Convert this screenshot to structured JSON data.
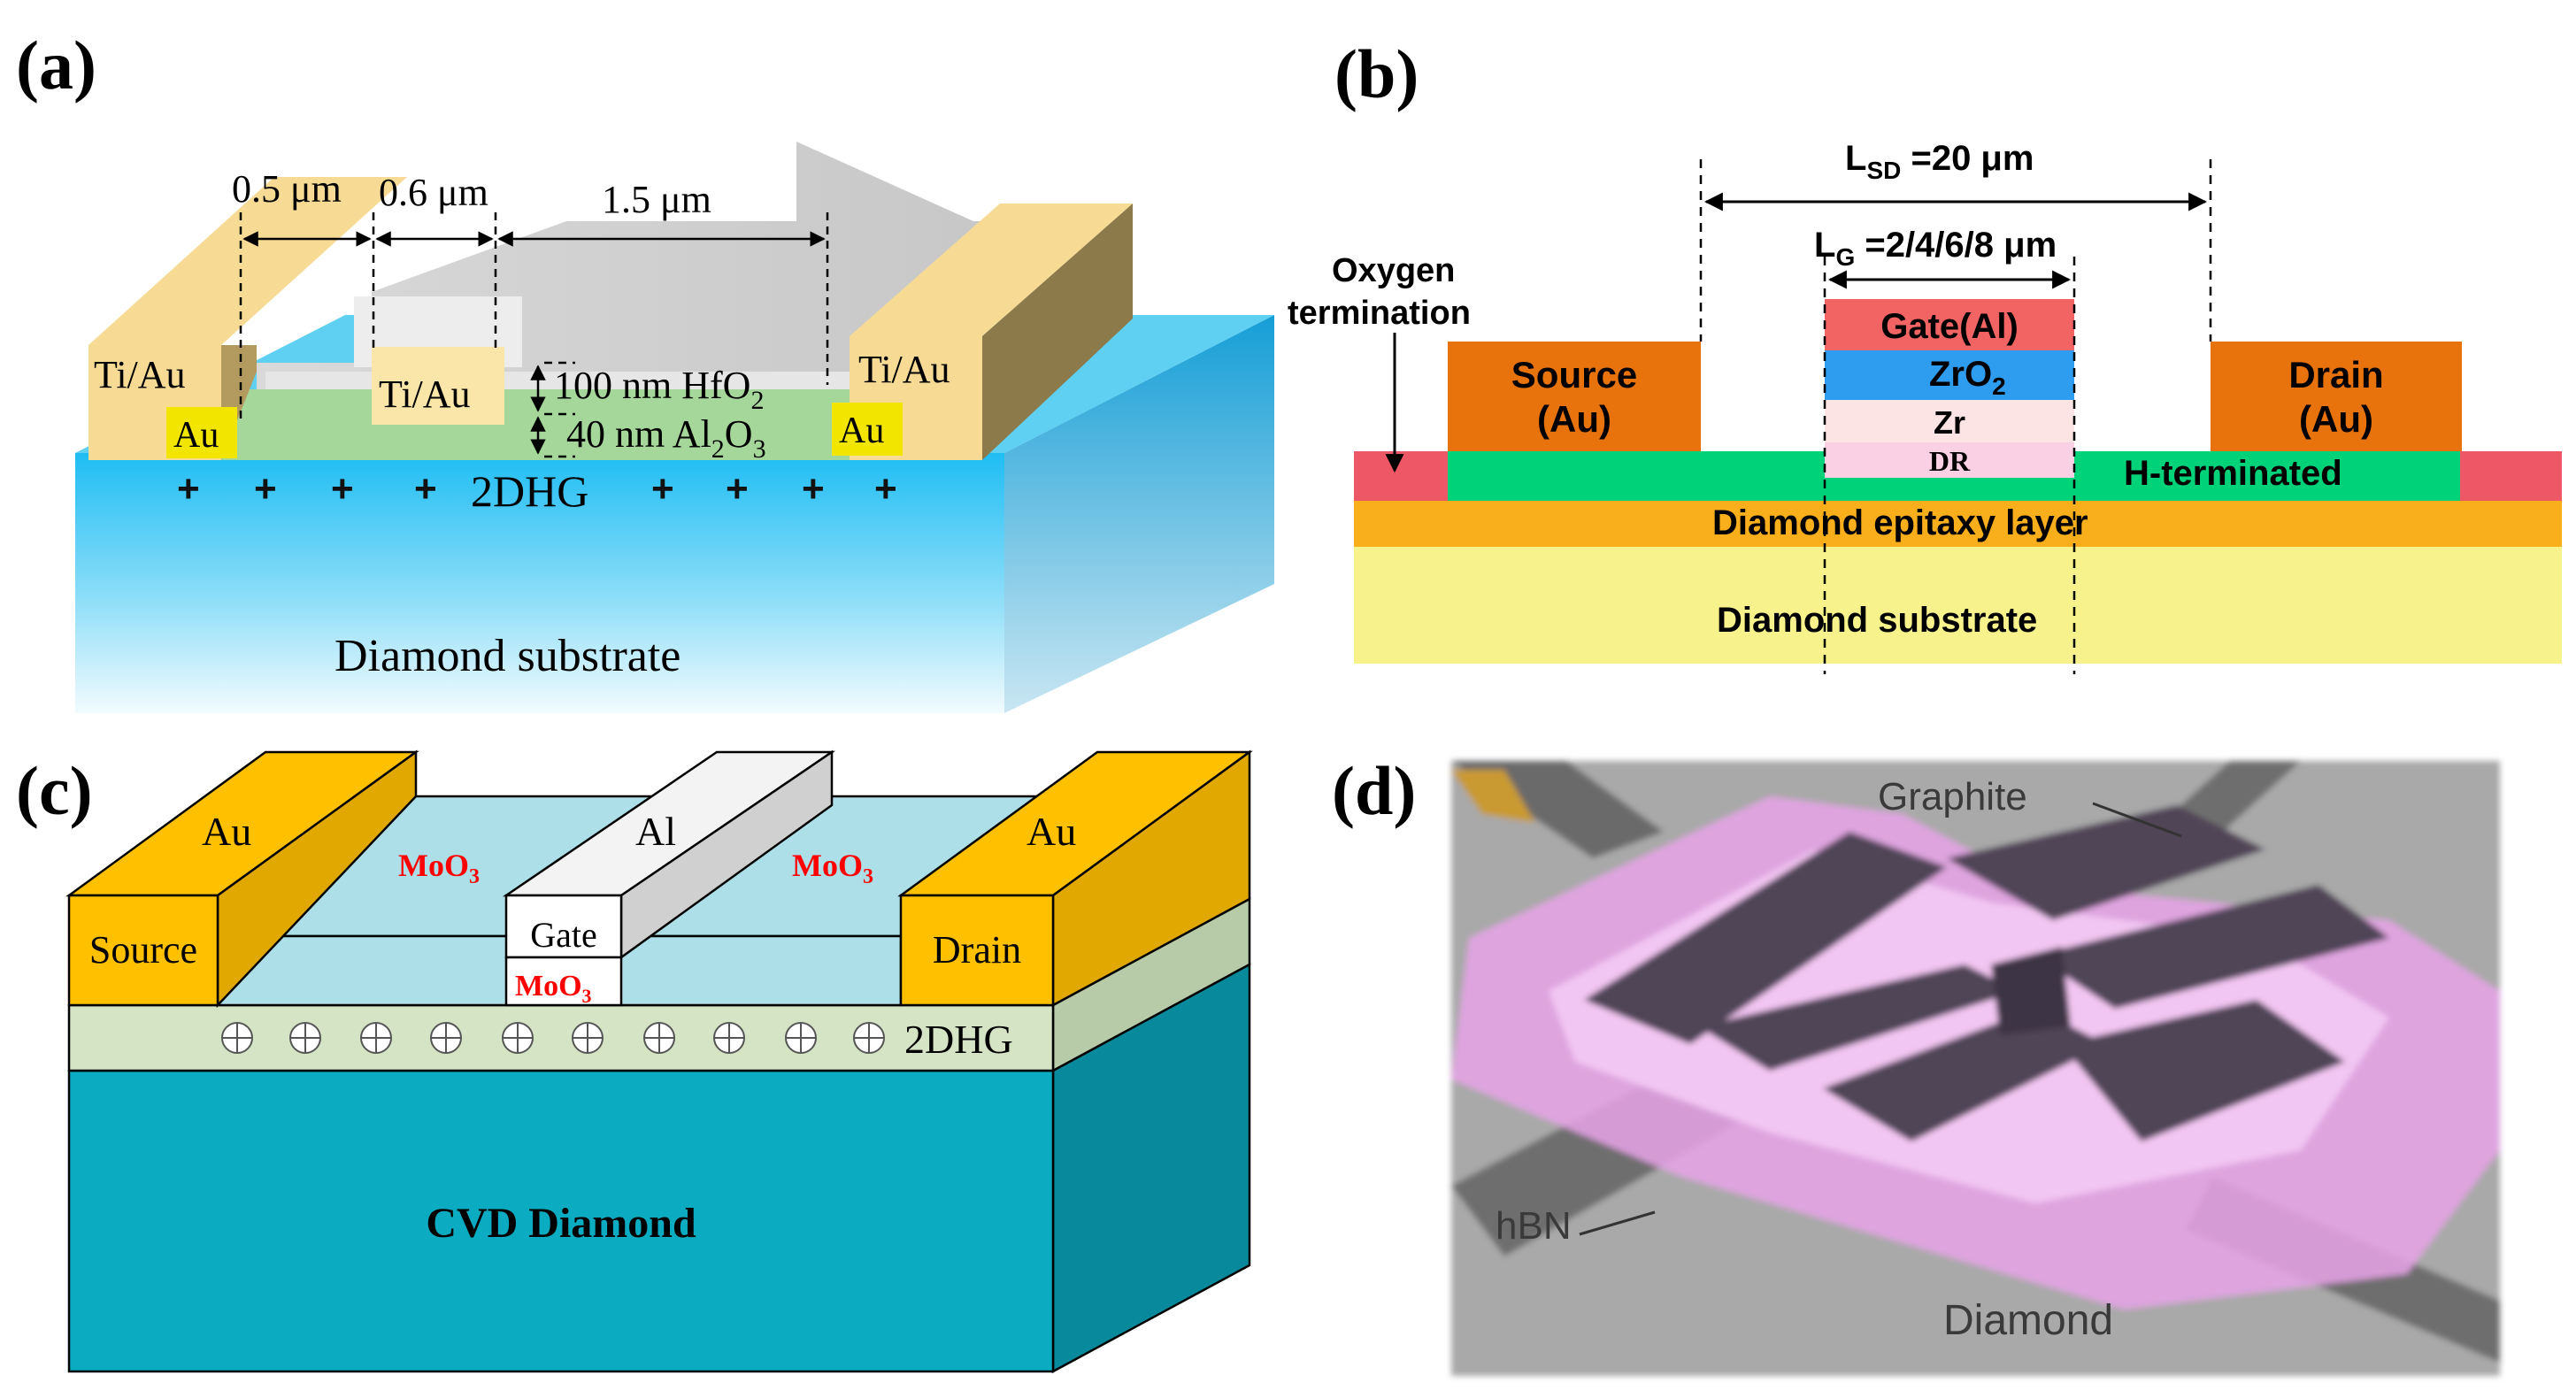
{
  "panel_a": {
    "label": "(a)",
    "dim_1": "0.5 μm",
    "dim_2": "0.6 μm",
    "dim_3": "1.5 μm",
    "tiau_left": "Ti/Au",
    "tiau_mid": "Ti/Au",
    "tiau_right": "Ti/Au",
    "au_left": "Au",
    "au_right": "Au",
    "hfo2_prefix": "100 nm HfO",
    "hfo2_sub": "2",
    "al2o3_prefix": "40 nm Al",
    "al2o3_sub1": "2",
    "al2o3_mid": "O",
    "al2o3_sub2": "3",
    "twodhg": "2DHG",
    "substrate": "Diamond substrate"
  },
  "panel_b": {
    "label": "(b)",
    "lsd_L": "L",
    "lsd_sub": "SD",
    "lsd_val": " =20 μm",
    "lg_L": "L",
    "lg_sub": "G",
    "lg_val": " =2/4/6/8 μm",
    "oxygen_1": "Oxygen",
    "oxygen_2": "termination",
    "source_1": "Source",
    "source_2": "(Au)",
    "drain_1": "Drain",
    "drain_2": "(Au)",
    "gate": "Gate(Al)",
    "zro2": "ZrO",
    "zro2_sub": "2",
    "zr": "Zr",
    "dr": "DR",
    "h_terminated": "H-terminated",
    "epitaxy": "Diamond epitaxy layer",
    "substrate": "Diamond substrate"
  },
  "panel_c": {
    "label": "(c)",
    "au_left": "Au",
    "au_right": "Au",
    "al": "Al",
    "moo3_left_pre": "MoO",
    "moo3_left_sub": "3",
    "moo3_right_pre": "MoO",
    "moo3_right_sub": "3",
    "gate": "Gate",
    "moo3_gate_pre": "MoO",
    "moo3_gate_sub": "3",
    "source": "Source",
    "drain": "Drain",
    "twodhg": "2DHG",
    "cvd": "CVD Diamond"
  },
  "panel_d": {
    "label": "(d)",
    "graphite": "Graphite",
    "hbn": "hBN",
    "diamond": "Diamond"
  },
  "colors": {
    "tiau": "#F7DB95",
    "au_yellow": "#F2E600",
    "hfo2_grey": "#DADADA",
    "al2o3_green": "#A6D79A",
    "diamond_blue": "#2EC2F2",
    "source_orange": "#E8720C",
    "gate_red": "#F26464",
    "zro2_blue": "#2E9CEF",
    "h_term_green": "#00D27A",
    "epitaxy_orange": "#F9AE1C",
    "substrate_yellow": "#F8F28C",
    "c_gold": "#FFC000",
    "c_moo3": "#ADDFE8",
    "c_2dhg": "#D4E4C4",
    "c_cvd": "#0BABC1",
    "moo3_red": "#FF0000"
  }
}
